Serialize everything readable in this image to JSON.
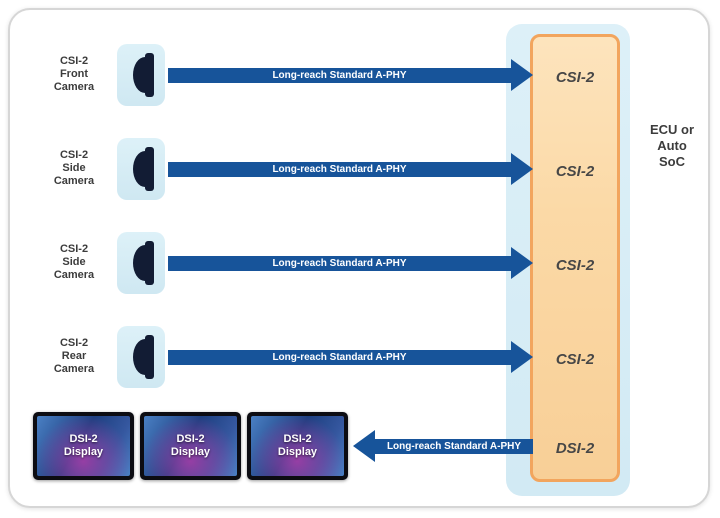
{
  "colors": {
    "arrow-blue": "#17549A",
    "panel-blue": "#D2EAF4",
    "chip-fill": "#FBD9A6",
    "chip-border": "#F2A55E",
    "icon-bg": "#CFE8F2",
    "icon-fg": "#121C34",
    "text-dark": "#3C3C3C"
  },
  "cameras": [
    {
      "label": "CSI-2\nFront\nCamera",
      "link": "Long-reach Standard A-PHY"
    },
    {
      "label": "CSI-2\nSide\nCamera",
      "link": "Long-reach Standard A-PHY"
    },
    {
      "label": "CSI-2\nSide\nCamera",
      "link": "Long-reach Standard A-PHY"
    },
    {
      "label": "CSI-2\nRear\nCamera",
      "link": "Long-reach Standard A-PHY"
    }
  ],
  "ecu": {
    "ports": [
      "CSI-2",
      "CSI-2",
      "CSI-2",
      "CSI-2",
      "DSI-2"
    ],
    "label": "ECU or\nAuto\nSoC"
  },
  "displays": [
    {
      "label": "DSI-2\nDisplay"
    },
    {
      "label": "DSI-2\nDisplay"
    },
    {
      "label": "DSI-2\nDisplay"
    }
  ],
  "display_link": {
    "label": "Long-reach Standard A-PHY"
  }
}
